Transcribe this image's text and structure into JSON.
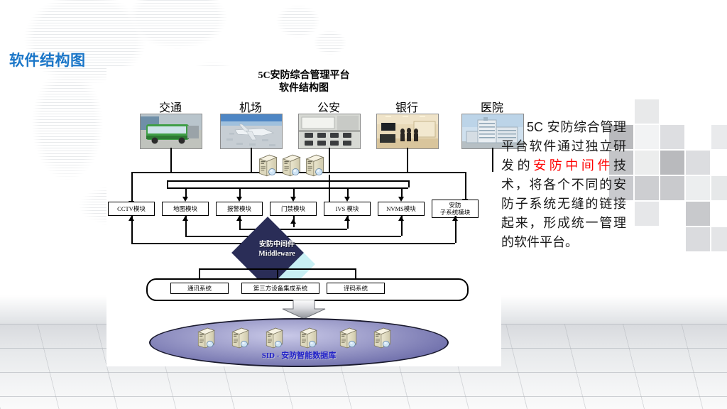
{
  "slide": {
    "title": "软件结构图",
    "title_color": "#1a76c8"
  },
  "diagram": {
    "title_line1": "5C安防综合管理平台",
    "title_line2": "软件结构图",
    "categories": [
      {
        "label": "交通",
        "photo": "bus-photo"
      },
      {
        "label": "机场",
        "photo": "airport-photo"
      },
      {
        "label": "公安",
        "photo": "police-control-room-photo"
      },
      {
        "label": "银行",
        "photo": "bank-lobby-photo"
      },
      {
        "label": "医院",
        "photo": "hospital-building-photo"
      }
    ],
    "modules": [
      {
        "line1": "CCTV模块",
        "line2": ""
      },
      {
        "line1": "地图模块",
        "line2": ""
      },
      {
        "line1": "报警模块",
        "line2": ""
      },
      {
        "line1": "门禁模块",
        "line2": ""
      },
      {
        "line1": "IVS 模块",
        "line2": ""
      },
      {
        "line1": "NVMS模块",
        "line2": ""
      },
      {
        "line1": "安防",
        "line2": "子系统模块"
      }
    ],
    "middleware": {
      "line1": "安防中间件",
      "line2": "Middleware",
      "color": "#2a2d57",
      "shadow_color": "#c9f0f4"
    },
    "systems": [
      "通讯系统",
      "第三方设备集成系统",
      "译码系统"
    ],
    "database": {
      "label": "SID - 安防智能数据库",
      "label_color": "#2323c8",
      "server_count": 6
    },
    "top_server_count": 3
  },
  "sidebar_text": {
    "part1": "5C 安防综合管理平台软件通过独立研发的",
    "highlight": "安防中间件",
    "highlight_color": "#ff0000",
    "part2": "技术，将各个不同的安防子系统无缝的链接起来，形成统一管理的软件平台。"
  }
}
